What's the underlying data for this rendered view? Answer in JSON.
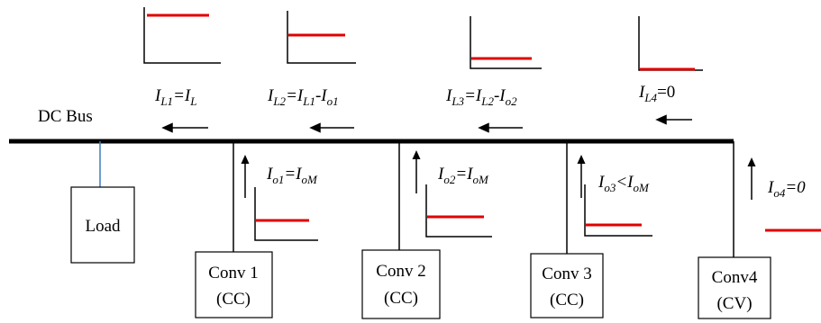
{
  "bus": {
    "label": "DC Bus"
  },
  "load": {
    "label": "Load"
  },
  "currents": [
    {
      "main": "I",
      "sub": "L1",
      "mid": "=I",
      "sub2": "L",
      "tail": "",
      "sub3": ""
    },
    {
      "main": "I",
      "sub": "L2",
      "mid": "=I",
      "sub2": "L1",
      "tail": "-I",
      "sub3": "o1"
    },
    {
      "main": "I",
      "sub": "L3",
      "mid": "=I",
      "sub2": "L2",
      "tail": "-I",
      "sub3": "o2"
    },
    {
      "main": "I",
      "sub": "L4",
      "mid": "=0",
      "sub2": "",
      "tail": "",
      "sub3": ""
    }
  ],
  "converters": [
    {
      "name": "Conv 1",
      "mode": "(CC)",
      "main": "I",
      "sub": "o1",
      "rel": "=I",
      "sub2": "oM",
      "tail": ""
    },
    {
      "name": "Conv 2",
      "mode": "(CC)",
      "main": "I",
      "sub": "o2",
      "rel": "=I",
      "sub2": "oM",
      "tail": ""
    },
    {
      "name": "Conv 3",
      "mode": "(CC)",
      "main": "I",
      "sub": "o3",
      "rel": "<I",
      "sub2": "oM",
      "tail": ""
    },
    {
      "name": "Conv4",
      "mode": "(CV)",
      "main": "I",
      "sub": "o4",
      "rel": "=0",
      "sub2": "",
      "tail": ""
    }
  ],
  "colors": {
    "line": "#000000",
    "level": "#e00000",
    "load_link": "#3a7dbf"
  }
}
